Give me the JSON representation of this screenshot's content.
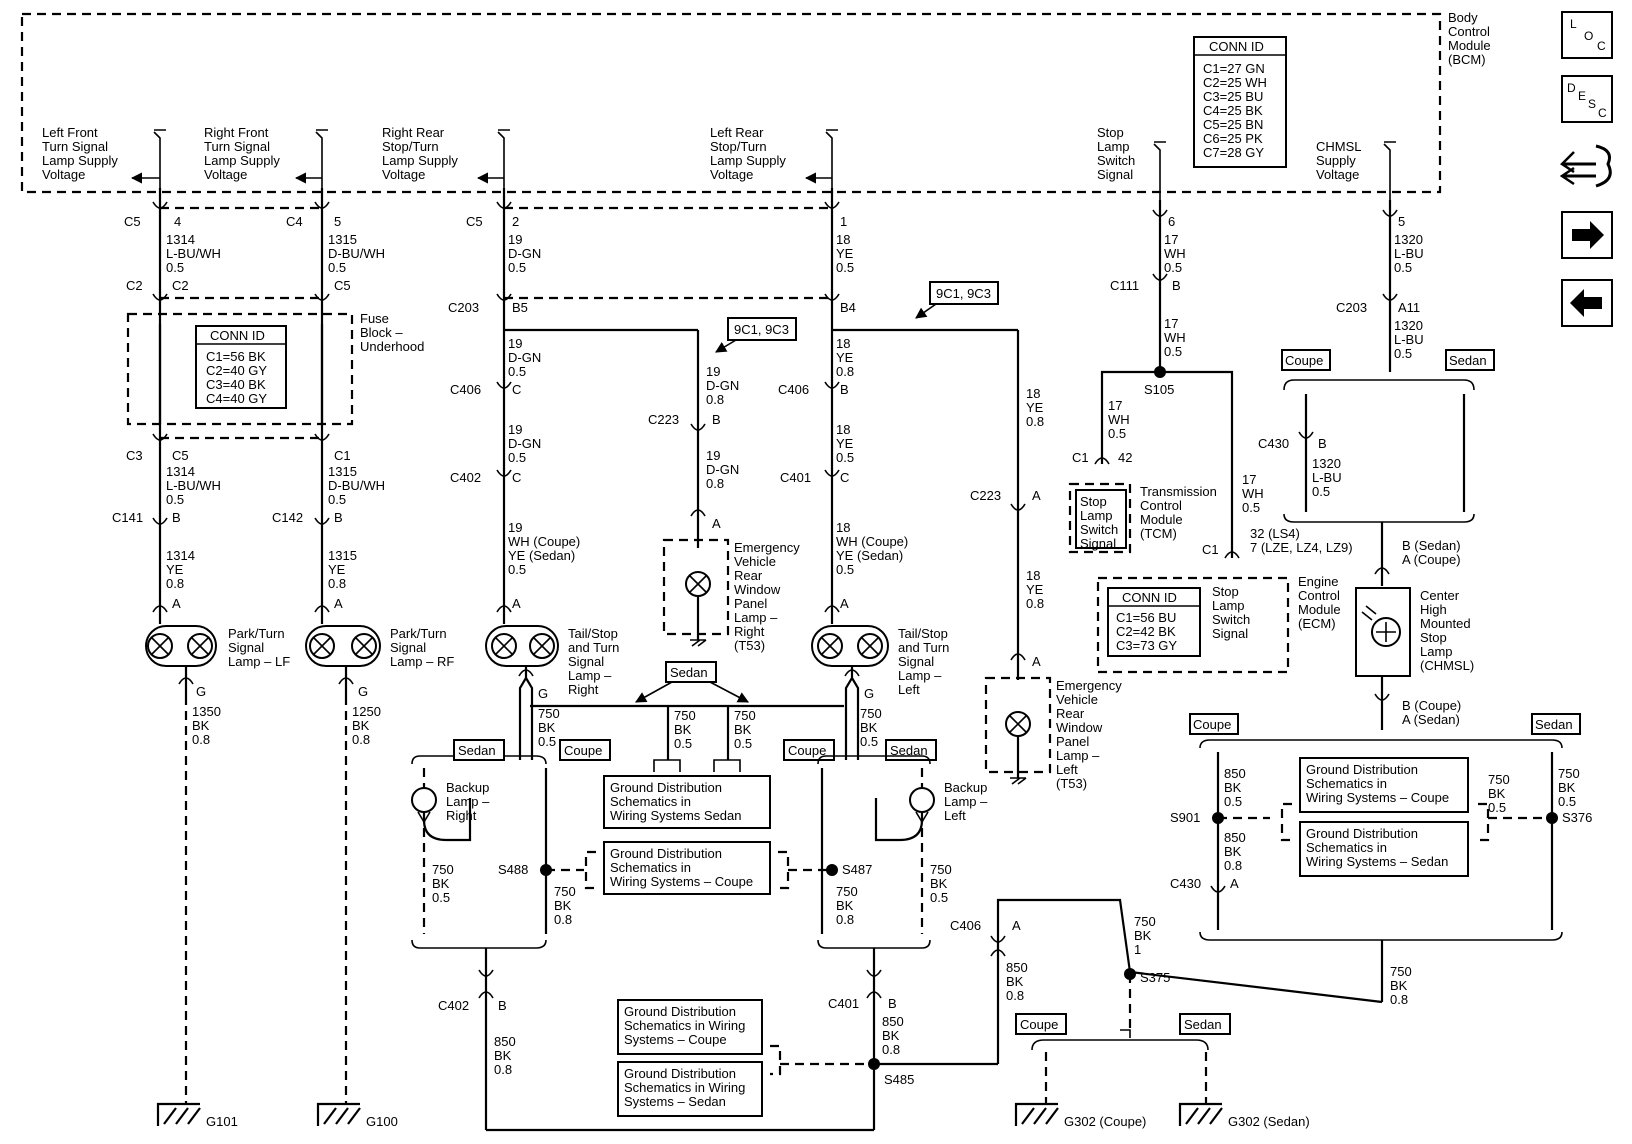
{
  "bcm": {
    "title": [
      "Body",
      "Control",
      "Module",
      "(BCM)"
    ],
    "conn_id_title": "CONN ID",
    "conn_id": [
      "C1=27 GN",
      "C2=25 WH",
      "C3=25 BU",
      "C4=25 BK",
      "C5=25 BN",
      "C6=25 PK",
      "C7=28 GY"
    ],
    "outputs": {
      "lf": [
        "Left Front",
        "Turn Signal",
        "Lamp Supply",
        "Voltage"
      ],
      "rf": [
        "Right Front",
        "Turn Signal",
        "Lamp Supply",
        "Voltage"
      ],
      "rr": [
        "Right Rear",
        "Stop/Turn",
        "Lamp Supply",
        "Voltage"
      ],
      "lr": [
        "Left Rear",
        "Stop/Turn",
        "Lamp Supply",
        "Voltage"
      ],
      "stop": [
        "Stop",
        "Lamp",
        "Switch",
        "Signal"
      ],
      "chmsl": [
        "CHMSL",
        "Supply",
        "Voltage"
      ]
    }
  },
  "nav": {
    "loc": "LOC",
    "desc": "DESC"
  },
  "fuse_block": {
    "title": [
      "Fuse",
      "Block –",
      "Underhood"
    ],
    "conn_id_title": "CONN ID",
    "conn_id": [
      "C1=56 BK",
      "C2=40 GY",
      "C3=40 BK",
      "C4=40 GY"
    ]
  },
  "circuits": {
    "c1": {
      "pins": [
        "C5",
        "4",
        "C2",
        "C2",
        "C3",
        "C5",
        "C141",
        "B",
        "A",
        "G"
      ],
      "wire1": [
        "1314",
        "L-BU/WH",
        "0.5"
      ],
      "wire2": [
        "1314",
        "L-BU/WH",
        "0.5"
      ],
      "wire3": [
        "1314",
        "YE",
        "0.8"
      ],
      "lamp": [
        "Park/Turn",
        "Signal",
        "Lamp – LF"
      ],
      "gwire": [
        "1350",
        "BK",
        "0.8"
      ],
      "ground": "G101"
    },
    "c2": {
      "pins": [
        "C4",
        "5",
        "C5",
        "C1",
        "C142",
        "B",
        "A",
        "G"
      ],
      "wire1": [
        "1315",
        "D-BU/WH",
        "0.5"
      ],
      "wire2": [
        "1315",
        "D-BU/WH",
        "0.5"
      ],
      "wire3": [
        "1315",
        "YE",
        "0.8"
      ],
      "lamp": [
        "Park/Turn",
        "Signal",
        "Lamp – RF"
      ],
      "gwire": [
        "1250",
        "BK",
        "0.8"
      ],
      "ground": "G100"
    },
    "c3": {
      "pins": [
        "C5",
        "2",
        "C203",
        "B5",
        "C406",
        "C",
        "C402",
        "C",
        "A",
        "G"
      ],
      "wire1": [
        "19",
        "D-GN",
        "0.5"
      ],
      "wire2": [
        "19",
        "D-GN",
        "0.5"
      ],
      "wire3": [
        "19",
        "D-GN",
        "0.5"
      ],
      "wire4": [
        "19",
        "WH (Coupe)",
        "YE (Sedan)",
        "0.5"
      ],
      "lamp": [
        "Tail/Stop",
        "and Turn",
        "Signal",
        "Lamp –",
        "Right"
      ],
      "gwire": [
        "750",
        "BK",
        "0.5"
      ],
      "backup": [
        "Backup",
        "Lamp –",
        "Right"
      ],
      "bwire": [
        "750",
        "BK",
        "0.5"
      ],
      "splice": "S488",
      "swire": [
        "750",
        "BK",
        "0.8"
      ],
      "c402": "C402",
      "c402pin": "B",
      "lwire": [
        "850",
        "BK",
        "0.8"
      ]
    },
    "c3b": {
      "ref": "9C1, 9C3",
      "wire": [
        "19",
        "D-GN",
        "0.8"
      ],
      "conn": "C223",
      "pin": "B",
      "wire2": [
        "19",
        "D-GN",
        "0.8"
      ],
      "pinA": "A",
      "lamp": [
        "Emergency",
        "Vehicle",
        "Rear",
        "Window",
        "Panel",
        "Lamp –",
        "Right",
        "(T53)"
      ]
    },
    "c4": {
      "pins": [
        "1",
        "B4",
        "C406",
        "B",
        "C401",
        "C",
        "A",
        "G"
      ],
      "wire1": [
        "18",
        "YE",
        "0.5"
      ],
      "wire2": [
        "18",
        "YE",
        "0.8"
      ],
      "wire3": [
        "18",
        "YE",
        "0.5"
      ],
      "wire4": [
        "18",
        "WH (Coupe)",
        "YE (Sedan)",
        "0.5"
      ],
      "lamp": [
        "Tail/Stop",
        "and Turn",
        "Signal",
        "Lamp –",
        "Left"
      ],
      "gwire": [
        "750",
        "BK",
        "0.5"
      ],
      "backup": [
        "Backup",
        "Lamp –",
        "Left"
      ],
      "bwire": [
        "750",
        "BK",
        "0.5"
      ],
      "splice": "S487",
      "swire": [
        "750",
        "BK",
        "0.8"
      ],
      "c401": "C401",
      "c401pin": "B",
      "lwire": [
        "850",
        "BK",
        "0.8"
      ],
      "s485": "S485"
    },
    "c4b": {
      "ref": "9C1, 9C3",
      "wire": [
        "18",
        "YE",
        "0.8"
      ],
      "conn": "C223",
      "pin": "A",
      "wire2": [
        "18",
        "YE",
        "0.8"
      ],
      "pinA": "A",
      "lamp": [
        "Emergency",
        "Vehicle",
        "Rear",
        "Window",
        "Panel",
        "Lamp –",
        "Left",
        "(T53)"
      ]
    },
    "c5": {
      "pins": [
        "6",
        "C111",
        "B"
      ],
      "wire1": [
        "17",
        "WH",
        "0.5"
      ],
      "wire2": [
        "17",
        "WH",
        "0.5"
      ],
      "splice": "S105",
      "wire3": [
        "17",
        "WH",
        "0.5"
      ],
      "tcm_pin": [
        "C1",
        "42"
      ],
      "tcm_sig": [
        "Stop",
        "Lamp",
        "Switch",
        "Signal"
      ],
      "tcm": [
        "Transmission",
        "Control",
        "Module",
        "(TCM)"
      ],
      "wire4": [
        "17",
        "WH",
        "0.5"
      ],
      "ecm_pins": [
        "32 (LS4)",
        "7 (LZE, LZ4, LZ9)"
      ],
      "ecm_c1": "C1",
      "ecm_conn_title": "CONN ID",
      "ecm_conn": [
        "C1=56 BU",
        "C2=42 BK",
        "C3=73 GY"
      ],
      "ecm_sig": [
        "Stop",
        "Lamp",
        "Switch",
        "Signal"
      ],
      "ecm": [
        "Engine",
        "Control",
        "Module",
        "(ECM)"
      ]
    },
    "c6": {
      "pins": [
        "5",
        "C203",
        "A11"
      ],
      "wire1": [
        "1320",
        "L-BU",
        "0.5"
      ],
      "wire2": [
        "1320",
        "L-BU",
        "0.5"
      ],
      "c430": "C430",
      "c430pin": "B",
      "wire3": [
        "1320",
        "L-BU",
        "0.5"
      ],
      "top_pin": [
        "B (Sedan)",
        "A (Coupe)"
      ],
      "lamp": [
        "Center",
        "High",
        "Mounted",
        "Stop",
        "Lamp",
        "(CHMSL)"
      ],
      "bot_pin": [
        "B (Coupe)",
        "A (Sedan)"
      ],
      "lwire": [
        "850",
        "BK",
        "0.5"
      ],
      "s901": "S901",
      "lwire2": [
        "850",
        "BK",
        "0.8"
      ],
      "c430b": "C430",
      "c430bpin": "A",
      "rwire": [
        "750",
        "BK",
        "0.5"
      ],
      "rwire2": [
        "750",
        "BK",
        "0.5"
      ],
      "s376": "S376",
      "bwire": [
        "750",
        "BK",
        "0.8"
      ]
    },
    "c7": {
      "c406": "C406",
      "pin": "A",
      "wire": [
        "850",
        "BK",
        "0.8"
      ],
      "wire2": [
        "750",
        "BK",
        "1"
      ],
      "splice": "S375",
      "g_coupe": "G302 (Coupe)",
      "g_sedan": "G302 (Sedan)"
    }
  },
  "labels": {
    "sedan": "Sedan",
    "coupe": "Coupe"
  },
  "gd": {
    "sedan1": [
      "Ground Distribution",
      "Schematics in",
      "Wiring Systems Sedan"
    ],
    "coupe1": [
      "Ground Distribution",
      "Schematics in",
      "Wiring Systems – Coupe"
    ],
    "coupe2": [
      "Ground Distribution",
      "Schematics in Wiring",
      "Systems – Coupe"
    ],
    "sedan2": [
      "Ground Distribution",
      "Schematics in Wiring",
      "Systems – Sedan"
    ],
    "coupe3": [
      "Ground Distribution",
      "Schematics in",
      "Wiring Systems – Coupe"
    ],
    "sedan3": [
      "Ground Distribution",
      "Schematics in",
      "Wiring Systems – Sedan"
    ]
  }
}
